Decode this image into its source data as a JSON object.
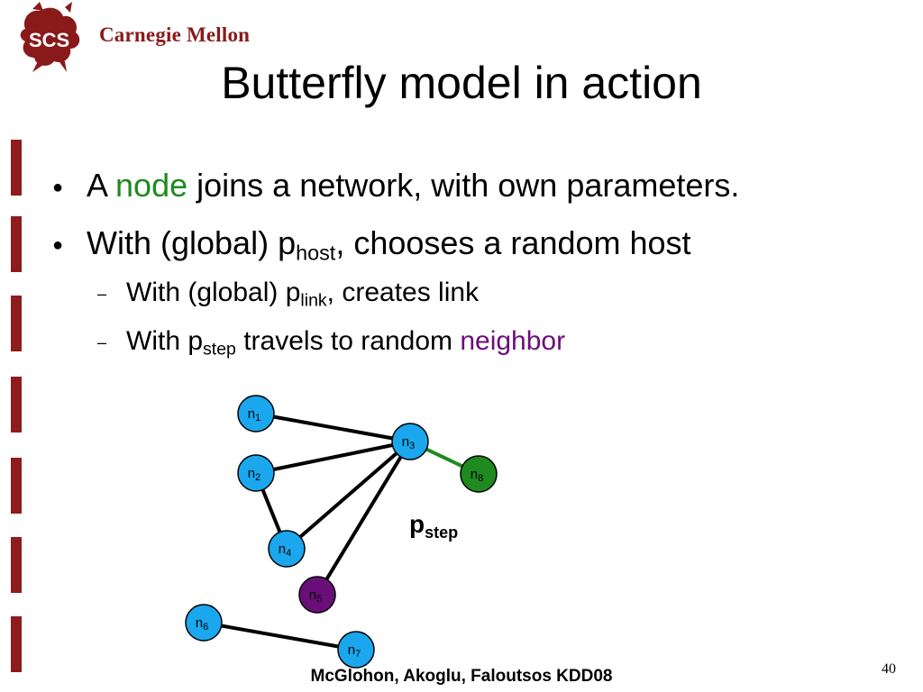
{
  "header": {
    "logo_text": "Carnegie Mellon",
    "logo_badge": "SCS"
  },
  "slide": {
    "title": "Butterfly model in action",
    "bullets": [
      {
        "pre": "A ",
        "highlight": "node",
        "post": " joins a network, with own parameters."
      },
      {
        "pre": "With (global) p",
        "sub": "host",
        "post": ", chooses a random host"
      }
    ],
    "subbullets": [
      {
        "pre": "With (global) p",
        "sub": "link",
        "post": ", creates link"
      },
      {
        "pre": "With p",
        "sub": "step",
        "post": " travels to random ",
        "highlight": "neighbor"
      }
    ],
    "pstep_label": {
      "base": "p",
      "sub": "step"
    },
    "footer": "McGlohon, Akoglu, Faloutsos KDD08",
    "page_number": "40"
  },
  "graph": {
    "nodes": [
      {
        "id": "n1",
        "base": "n",
        "sub": "1",
        "color": "#1aa7ee"
      },
      {
        "id": "n2",
        "base": "n",
        "sub": "2",
        "color": "#1aa7ee"
      },
      {
        "id": "n3",
        "base": "n",
        "sub": "3",
        "color": "#1aa7ee"
      },
      {
        "id": "n4",
        "base": "n",
        "sub": "4",
        "color": "#1aa7ee"
      },
      {
        "id": "n5",
        "base": "n",
        "sub": "5",
        "color": "#6a0f7a"
      },
      {
        "id": "n6",
        "base": "n",
        "sub": "6",
        "color": "#1aa7ee"
      },
      {
        "id": "n7",
        "base": "n",
        "sub": "7",
        "color": "#1aa7ee"
      },
      {
        "id": "n8",
        "base": "n",
        "sub": "8",
        "color": "#1f8a1f"
      }
    ],
    "edges": [
      {
        "from": "n1",
        "to": "n3",
        "color": "#000000"
      },
      {
        "from": "n2",
        "to": "n3",
        "color": "#000000"
      },
      {
        "from": "n2",
        "to": "n4",
        "color": "#000000"
      },
      {
        "from": "n4",
        "to": "n3",
        "color": "#000000"
      },
      {
        "from": "n5",
        "to": "n3",
        "color": "#000000"
      },
      {
        "from": "n6",
        "to": "n7",
        "color": "#000000"
      },
      {
        "from": "n3",
        "to": "n8",
        "color": "#1f8a1f"
      }
    ]
  },
  "colors": {
    "accent_bar": "#8e1c1c",
    "highlight_green": "#1f8a1f",
    "highlight_purple": "#6a0f7a"
  }
}
